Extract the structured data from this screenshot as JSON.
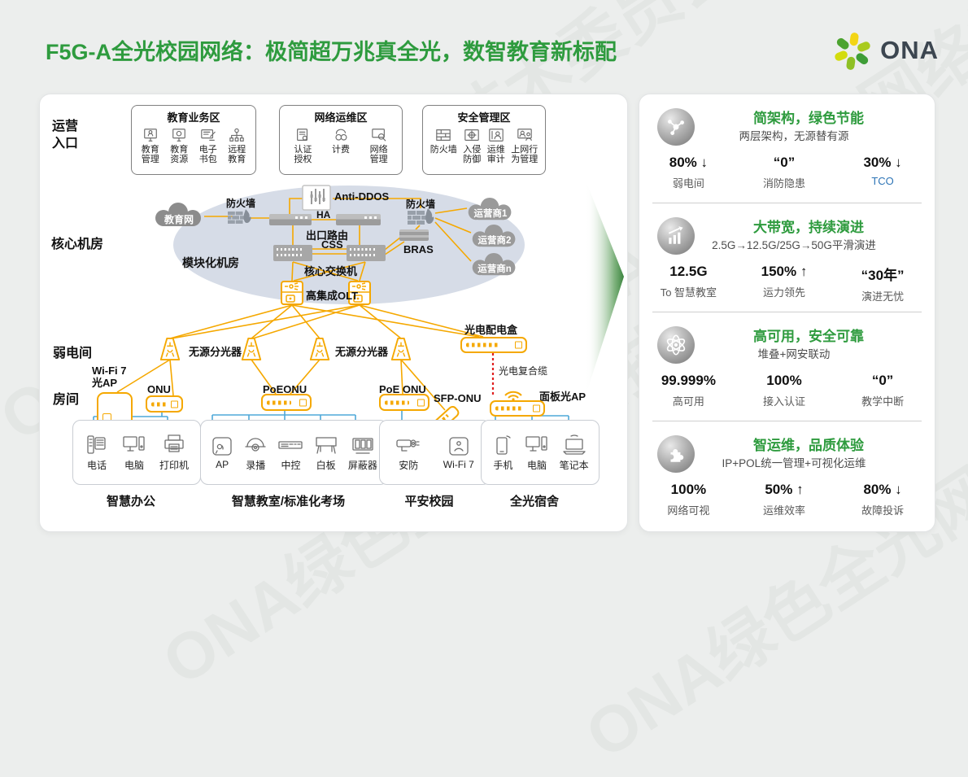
{
  "colors": {
    "accent_green": "#2e9b3e",
    "orange": "#f5a800",
    "blue": "#4fa8d8",
    "red_cable": "#e02020",
    "tco_blue": "#2e75b6"
  },
  "watermark": {
    "text": "ONA绿色全光网络技术委员会"
  },
  "header": {
    "title": "F5G-A全光校园网络：极简超万兆真全光，数智教育新标配",
    "logo": "ONA"
  },
  "left_labels": {
    "entry": "运营\n入口",
    "core": "核心机房",
    "weak": "弱电间",
    "room": "房间"
  },
  "zones": [
    {
      "title": "教育业务区",
      "items": [
        "教育\n管理",
        "教育\n资源",
        "电子\n书包",
        "远程\n教育"
      ]
    },
    {
      "title": "网络运维区",
      "items": [
        "认证\n授权",
        "计费",
        "网络\n管理"
      ]
    },
    {
      "title": "安全管理区",
      "items": [
        "防火墙",
        "入侵\n防御",
        "运维\n审计",
        "上网行\n为管理"
      ]
    }
  ],
  "core": {
    "edu_net": "教育网",
    "fw_left": "防火墙",
    "fw_right": "防火墙",
    "anti_ddos": "Anti-DDOS",
    "ha": "HA",
    "exit_router": "出口路由",
    "css": "CSS",
    "core_switch": "核心交换机",
    "bras": "BRAS",
    "modular_room": "模块化机房",
    "isp1": "运营商1",
    "isp2": "运营商2",
    "ispn": "运营商n",
    "olt": "高集成OLT"
  },
  "access": {
    "splitter1": "无源分光器",
    "splitter2": "无源分光器",
    "dist_box": "光电配电盒",
    "cable": "光电复合缆",
    "wifi7": "Wi-Fi 7",
    "gap": "光AP",
    "onu": "ONU",
    "poeonu": "PoEONU",
    "poe_onu": "PoE ONU",
    "sfp_onu": "SFP-ONU",
    "panel_ap": "面板光AP"
  },
  "rooms": [
    {
      "category": "智慧办公",
      "items": [
        "电话",
        "电脑",
        "打印机"
      ]
    },
    {
      "category": "智慧教室/标准化考场",
      "items": [
        "AP",
        "录播",
        "中控",
        "白板",
        "屏蔽器"
      ]
    },
    {
      "category": "平安校园",
      "items": [
        "安防",
        "Wi-Fi 7"
      ]
    },
    {
      "category": "全光宿舍",
      "items": [
        "手机",
        "电脑",
        "笔记本"
      ]
    }
  ],
  "benefits": [
    {
      "title": "简架构，绿色节能",
      "subtitle": "两层架构，无源替有源",
      "stats": [
        {
          "value": "80% ↓",
          "caption": "弱电间"
        },
        {
          "value": "“0”",
          "caption": "消防隐患"
        },
        {
          "value": "30% ↓",
          "caption": "TCO"
        }
      ]
    },
    {
      "title": "大带宽，持续演进",
      "subtitle": "2.5G→12.5G/25G→50G平滑演进",
      "stats": [
        {
          "value": "12.5G",
          "caption": "To 智慧教室"
        },
        {
          "value": "150% ↑",
          "caption": "运力领先"
        },
        {
          "value": "“30年”",
          "caption": "演进无忧"
        }
      ]
    },
    {
      "title": "高可用，安全可靠",
      "subtitle": "堆叠+网安联动",
      "stats": [
        {
          "value": "99.999%",
          "caption": "高可用"
        },
        {
          "value": "100%",
          "caption": "接入认证"
        },
        {
          "value": "“0”",
          "caption": "教学中断"
        }
      ]
    },
    {
      "title": "智运维，品质体验",
      "subtitle": "IP+POL统一管理+可视化运维",
      "stats": [
        {
          "value": "100%",
          "caption": "网络可视"
        },
        {
          "value": "50% ↑",
          "caption": "运维效率"
        },
        {
          "value": "80% ↓",
          "caption": "故障投诉"
        }
      ]
    }
  ]
}
